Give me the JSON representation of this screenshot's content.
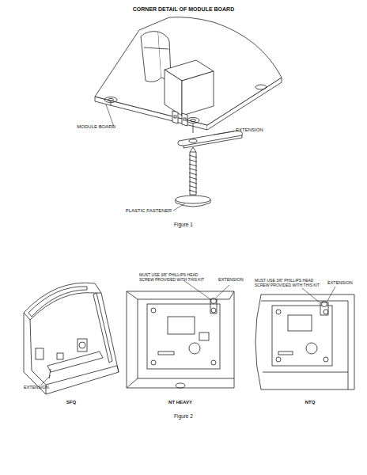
{
  "diagram": {
    "title": "CORNER DETAIL OF MODULE BOARD",
    "labels": [
      "MODULE BOARD",
      "EXTENSION",
      "PLASTIC FASTENER",
      "Figure 1",
      "MUST USE 3/8\" PHILLIPS HEAD SCREW PROVIDED WITH THIS KIT",
      "EXTENSION",
      "MUST USE 3/8\" PHILLIPS HEAD SCREW PROVIDED WITH THIS KIT",
      "EXTENSION",
      "EXTENSION",
      "SFQ",
      "NT HEAVY",
      "NTQ",
      "Figure 2"
    ]
  }
}
